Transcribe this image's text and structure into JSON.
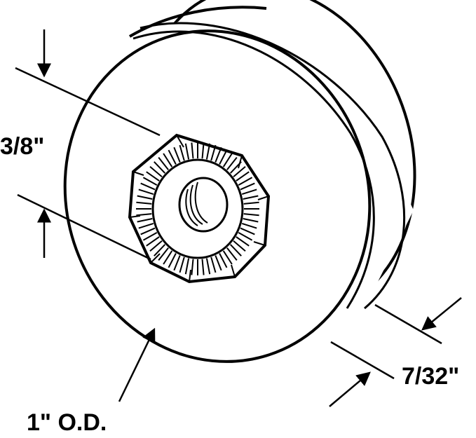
{
  "colors": {
    "ink": "#000000",
    "paper": "#ffffff"
  },
  "dimensions": {
    "thread_size": "3/8\"",
    "width": "7/32\"",
    "outer_diameter": "1\" O.D."
  }
}
